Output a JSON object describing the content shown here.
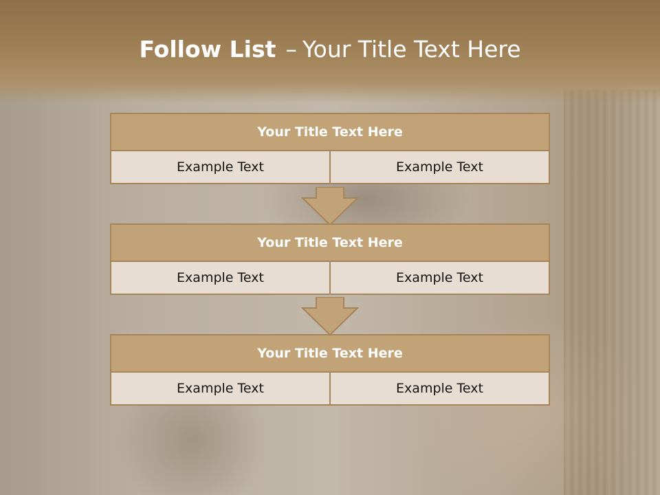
{
  "slide": {
    "title_bold": "Follow List",
    "title_sep": "–",
    "title_rest": "Your Title Text Here"
  },
  "blocks": [
    {
      "title": "Your Title Text Here",
      "cells": [
        "Example Text",
        "Example Text"
      ]
    },
    {
      "title": "Your Title Text Here",
      "cells": [
        "Example Text",
        "Example Text"
      ]
    },
    {
      "title": "Your Title Text Here",
      "cells": [
        "Example Text",
        "Example Text"
      ]
    }
  ],
  "colors": {
    "title_band": "#9c7d53",
    "block_header": "#c2a377",
    "block_border": "#a48458",
    "block_row": "#e8ddd3",
    "arrow": "#c2a377"
  },
  "icons": [
    "down-arrow-icon",
    "down-arrow-icon"
  ]
}
